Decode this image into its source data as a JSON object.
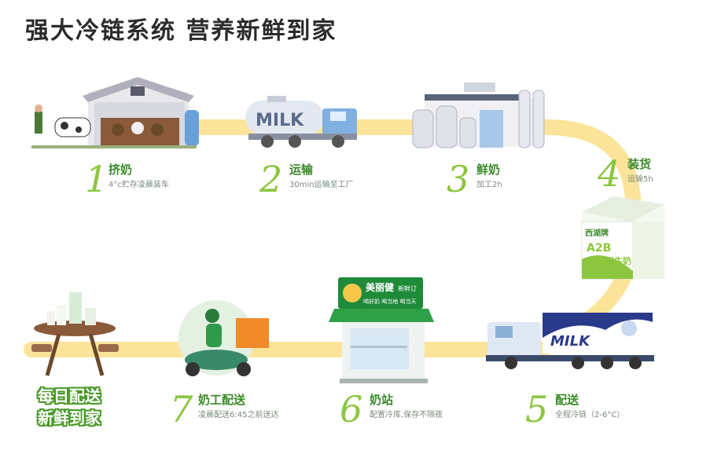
{
  "title": "强大冷链系统  营养新鲜到家",
  "steps": [
    {
      "num": "1",
      "title": "挤奶",
      "desc": "4°c贮存凌晨装车"
    },
    {
      "num": "2",
      "title": "运输",
      "desc": "30min运输至工厂"
    },
    {
      "num": "3",
      "title": "鲜奶",
      "desc": "加工2h"
    },
    {
      "num": "4",
      "title": "装货",
      "desc": "运输5h"
    },
    {
      "num": "5",
      "title": "配送",
      "desc": "全程冷链（2-6°C）"
    },
    {
      "num": "6",
      "title": "奶站",
      "desc": "配置冷库,保存不隔夜"
    },
    {
      "num": "7",
      "title": "奶工配送",
      "desc": "凌晨配送6:45之前送达"
    }
  ],
  "finale": {
    "line1": "每日配送",
    "line2": "新鲜到家"
  },
  "milk_truck_label": "MILK",
  "delivery_truck_label": "MILK",
  "store": {
    "brand": "美丽健",
    "badge": "新鲜订",
    "slogan": "喝好奶 喝当地 喝当天"
  },
  "carton": {
    "brand": "西湖牌",
    "product_a": "A2B",
    "product_b": "鲜牛奶"
  },
  "colors": {
    "path": "#fbe49a",
    "accent_green": "#8cc63f",
    "dark_green": "#3a8a2a",
    "store_green": "#1f8a3a"
  }
}
